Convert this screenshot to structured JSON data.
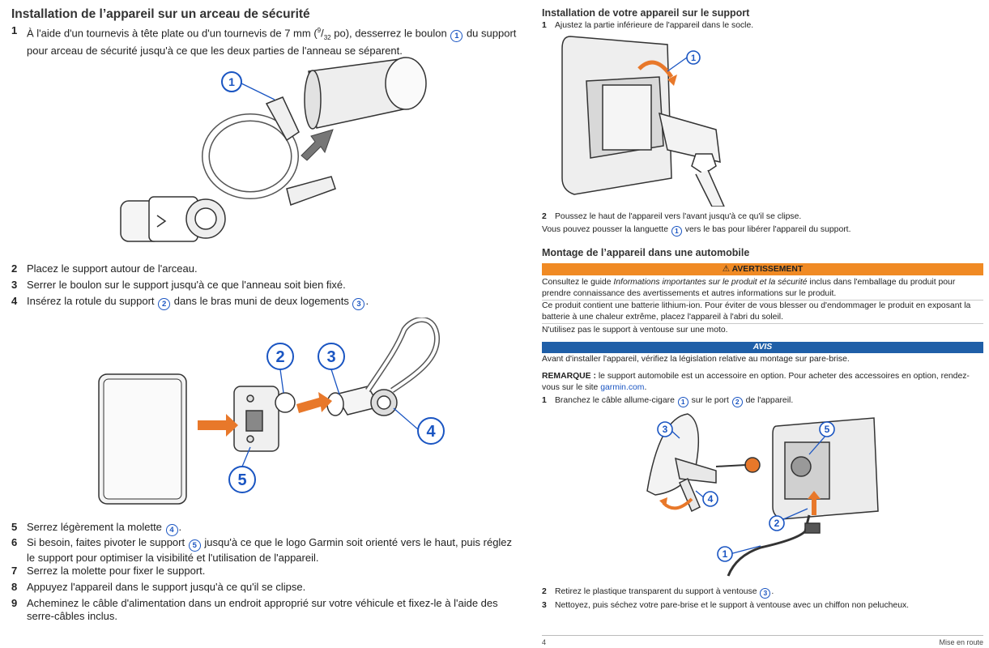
{
  "left": {
    "heading": "Installation de l’appareil sur un arceau de sécurité",
    "step1": {
      "num": "1",
      "a": "À l'aide d'un tournevis à tête plate ou d'un tournevis de 7 mm (",
      "sup": "9",
      "slash": "/",
      "sub": "32",
      "b": " po), desserrez le boulon ",
      "c1": "1",
      "c": " du support pour arceau de sécurité jusqu'à ce que les deux parties de l'anneau se séparent."
    },
    "step2": {
      "num": "2",
      "text": "Placez le support autour de l'arceau."
    },
    "step3": {
      "num": "3",
      "text": "Serrer le boulon sur le support jusqu'à ce que l'anneau soit bien fixé."
    },
    "step4": {
      "num": "4",
      "a": "Insérez la rotule du support ",
      "c2": "2",
      "b": " dans le bras muni de deux logements ",
      "c3": "3",
      "c": "."
    },
    "step5": {
      "num": "5",
      "a": "Serrez légèrement la molette ",
      "c4": "4",
      "b": "."
    },
    "step6": {
      "num": "6",
      "a": "Si besoin, faites pivoter le support ",
      "c5": "5",
      "b": " jusqu'à ce que le logo Garmin soit orienté vers le haut, puis réglez le support pour optimiser la visibilité et l'utilisation de l'appareil."
    },
    "step7": {
      "num": "7",
      "text": "Serrez la molette pour fixer le support."
    },
    "step8": {
      "num": "8",
      "text": "Appuyez l'appareil dans le support jusqu'à ce qu'il se clipse."
    },
    "step9": {
      "num": "9",
      "text": "Acheminez le câble d'alimentation dans un endroit approprié sur votre véhicule et fixez-le à l'aide des serre-câbles inclus."
    },
    "fig1_callout": "1",
    "fig2_callouts": [
      "2",
      "3",
      "4",
      "5"
    ]
  },
  "right": {
    "heading1": "Installation de votre appareil sur le support",
    "r_step1": {
      "num": "1",
      "text": "Ajustez la partie inférieure de l'appareil dans le socle."
    },
    "fig3_callout": "1",
    "r_step2": {
      "num": "2",
      "text": "Poussez le haut de l'appareil vers l'avant jusqu'à ce qu'il se clipse."
    },
    "tab_note": {
      "a": "Vous pouvez pousser la languette ",
      "c1": "1",
      "b": " vers le bas pour libérer l'appareil du support."
    },
    "heading2": "Montage de l’appareil dans une automobile",
    "warning_title": "AVERTISSEMENT",
    "warning_p1": {
      "a": "Consultez le guide ",
      "em": "Informations importantes sur le produit et la sécurité",
      "b": " inclus dans l'emballage du produit pour prendre connaissance des avertissements et autres informations sur le produit."
    },
    "warning_p2": "Ce produit contient une batterie lithium-ion. Pour éviter de vous blesser ou d'endommager le produit en exposant la batterie à une chaleur extrême, placez l'appareil à l'abri du soleil.",
    "warning_p3": "N'utilisez pas le support à ventouse sur une moto.",
    "notice_title": "AVIS",
    "notice_p": "Avant d'installer l'appareil, vérifiez la législation relative au montage sur pare-brise.",
    "remark": {
      "label": "REMARQUE :",
      "text": " le support automobile est un accessoire en option. Pour acheter des accessoires en option, rendez-vous sur le site ",
      "link": "garmin.com",
      "end": "."
    },
    "c_step1": {
      "num": "1",
      "a": "Branchez le câble allume-cigare ",
      "c1": "1",
      "b": " sur le port ",
      "c2": "2",
      "c": " de l'appareil."
    },
    "fig4_callouts": [
      "1",
      "2",
      "3",
      "4",
      "5"
    ],
    "c_step2": {
      "num": "2",
      "a": "Retirez le plastique transparent du support à ventouse ",
      "c3": "3",
      "b": "."
    },
    "c_step3": {
      "num": "3",
      "text": "Nettoyez, puis séchez votre pare-brise et le support à ventouse avec un chiffon non pelucheux."
    }
  },
  "footer": {
    "page": "4",
    "section": "Mise en route"
  },
  "colors": {
    "callout": "#1a55c2",
    "arrow": "#e8782a",
    "warning": "#f08a24",
    "notice": "#1f5fa8"
  }
}
